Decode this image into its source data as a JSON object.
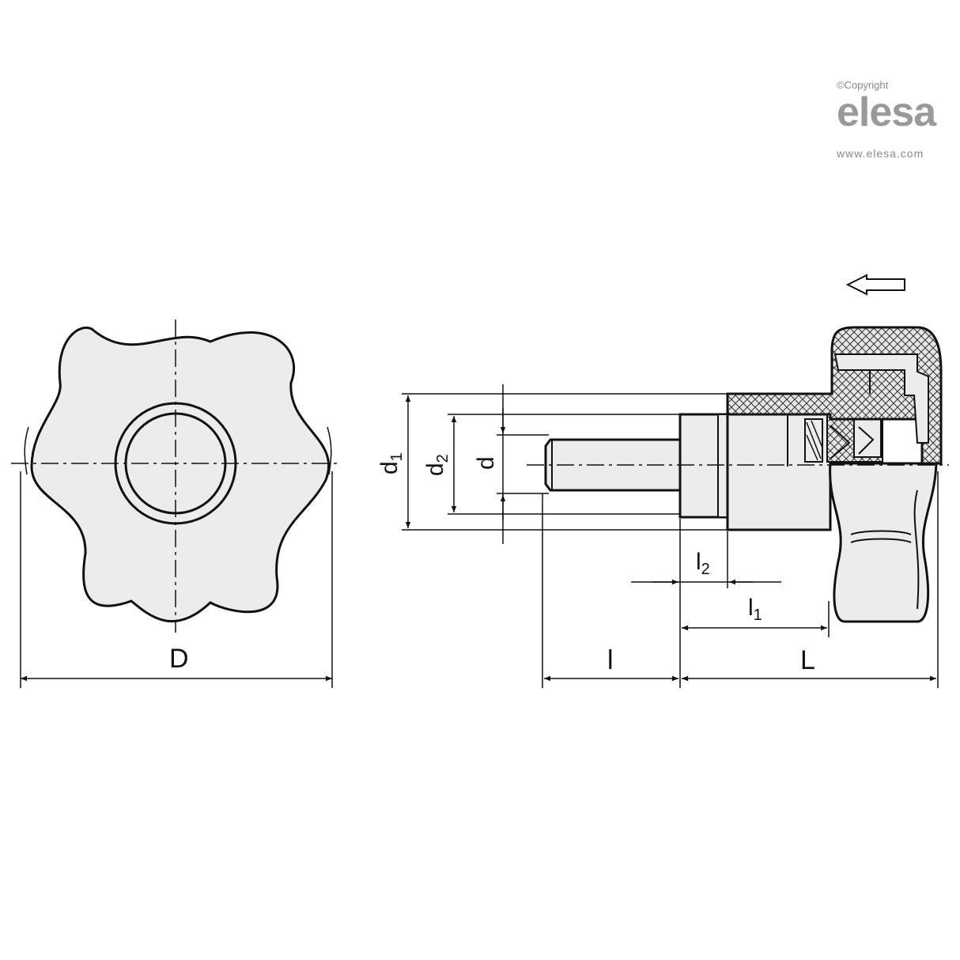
{
  "watermark": {
    "copyright": "©Copyright",
    "brand": "elesa",
    "website": "www.elesa.com"
  },
  "labels": {
    "D": "D",
    "d1": "d",
    "d1_sub": "1",
    "d2": "d",
    "d2_sub": "2",
    "d": "d",
    "l": "l",
    "L": "L",
    "l1": "l",
    "l1_sub": "1",
    "l2": "l",
    "l2_sub": "2"
  },
  "colors": {
    "fill": "#ececec",
    "line": "#111111",
    "watermark": "#9a9a9a"
  }
}
